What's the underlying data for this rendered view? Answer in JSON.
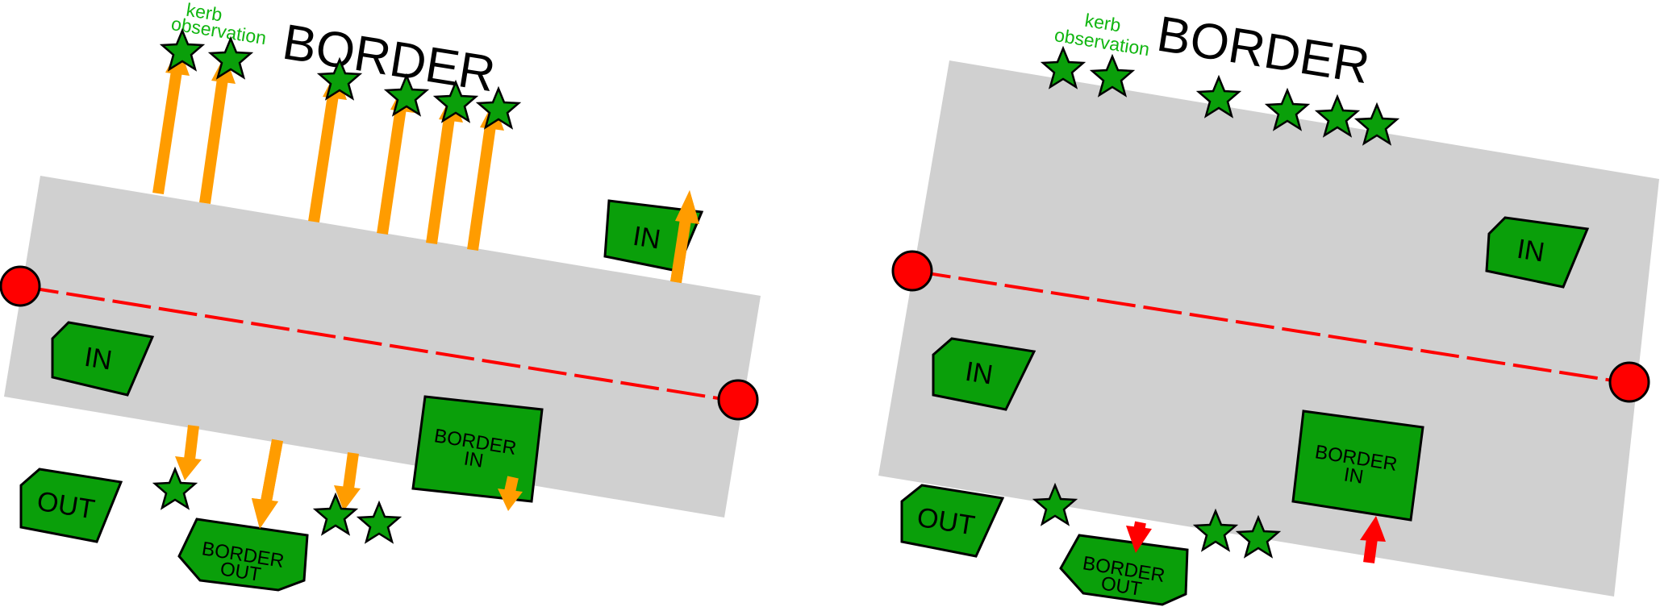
{
  "labels": {
    "border_title": "BORDER",
    "kerb_line1": "kerb",
    "kerb_line2": "observation",
    "in": "IN",
    "out": "OUT",
    "border_in_line1": "BORDER",
    "border_in_line2": "IN",
    "border_out_line1": "BORDER",
    "border_out_line2": "OUT"
  },
  "colors": {
    "road": "#d0d0d0",
    "shape_fill": "#0a9f0a",
    "outline": "#000000",
    "orange_arrow": "#ff9c00",
    "red_arrow": "#ff0000",
    "node": "#ff0000",
    "kerb_text": "#11b611"
  },
  "icons": {
    "star": "star-icon",
    "node": "circle-node-icon",
    "arrow": "arrow-icon"
  }
}
